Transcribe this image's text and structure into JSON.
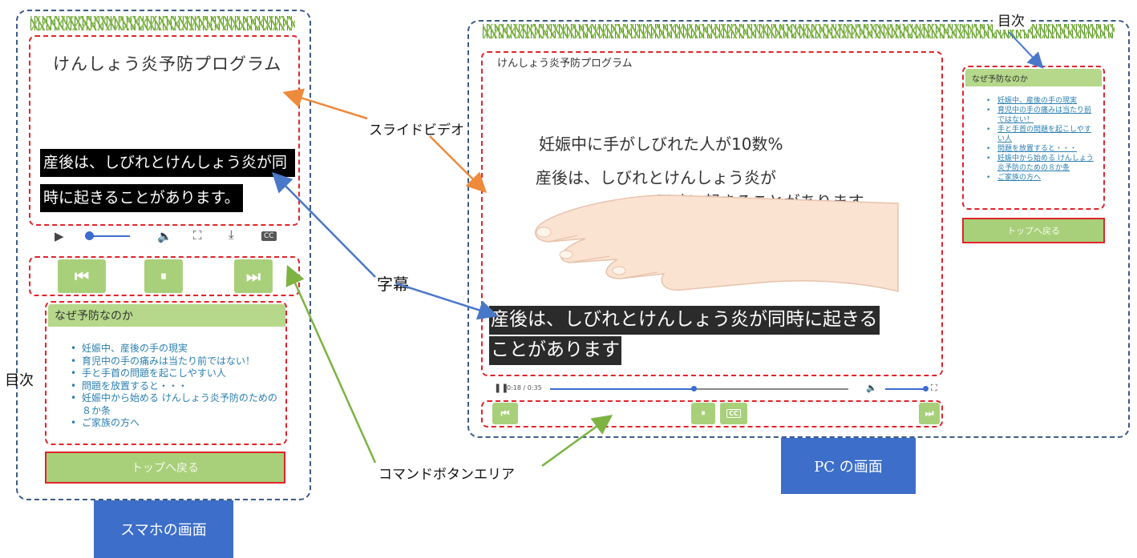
{
  "mobile": {
    "title": "けんしょう炎予防プログラム",
    "caption_line1": "産後は、しびれとけんしょう炎が同",
    "caption_line2": "時に起きることがあります。",
    "toc_title": "なぜ予防なのか",
    "toc_items": [
      "妊娠中、産後の手の現実",
      "育児中の手の痛みは当たり前ではない！",
      "手と手首の問題を起こしやすい人",
      "問題を放置すると・・・",
      "妊娠中から始める けんしょう炎予防のための８か条",
      "ご家族の方へ"
    ],
    "back_label": "トップへ戻る",
    "cc_label": "CC"
  },
  "pc": {
    "title": "けんしょう炎予防プログラム",
    "slide_line1": "妊娠中に手がしびれた人が10数%",
    "slide_line2": "産後は、しびれとけんしょう炎が",
    "slide_line3": "同時に起きることがあります",
    "caption_line1": "産後は、しびれとけんしょう炎が同時に起きる",
    "caption_line2": "ことがあります",
    "time": "0:18 / 0:35",
    "progress": 0.48,
    "volume": 1.0,
    "toc_title": "なぜ予防なのか",
    "toc_items": [
      "妊娠中、産後の手の現実",
      "育児中の手の痛みは当たり前",
      "ではない！",
      "手と手首の問題を起こしやす",
      "い人",
      "問題を放置すると・・・",
      "妊娠中から始める けんしょう",
      "炎予防のための８か条",
      "ご家族の方へ"
    ],
    "back_label": "トップへ戻る",
    "cc_label": "CC"
  },
  "annotations": {
    "slide_video": "スライドビデオ",
    "subtitle": "字幕",
    "toc_left": "目次",
    "toc_right": "目次",
    "command_area": "コマンドボタンエリア"
  },
  "labels": {
    "smartphone": "スマホの画面",
    "pc": "PC の画面"
  },
  "colors": {
    "frame": "#3b5a8a",
    "highlight": "#e0242a",
    "arrow_orange": "#ee8a3c",
    "arrow_blue": "#4a78c8",
    "arrow_green": "#7cb342",
    "button_green": "#a8d07a",
    "label_blue": "#3d6ec9"
  }
}
